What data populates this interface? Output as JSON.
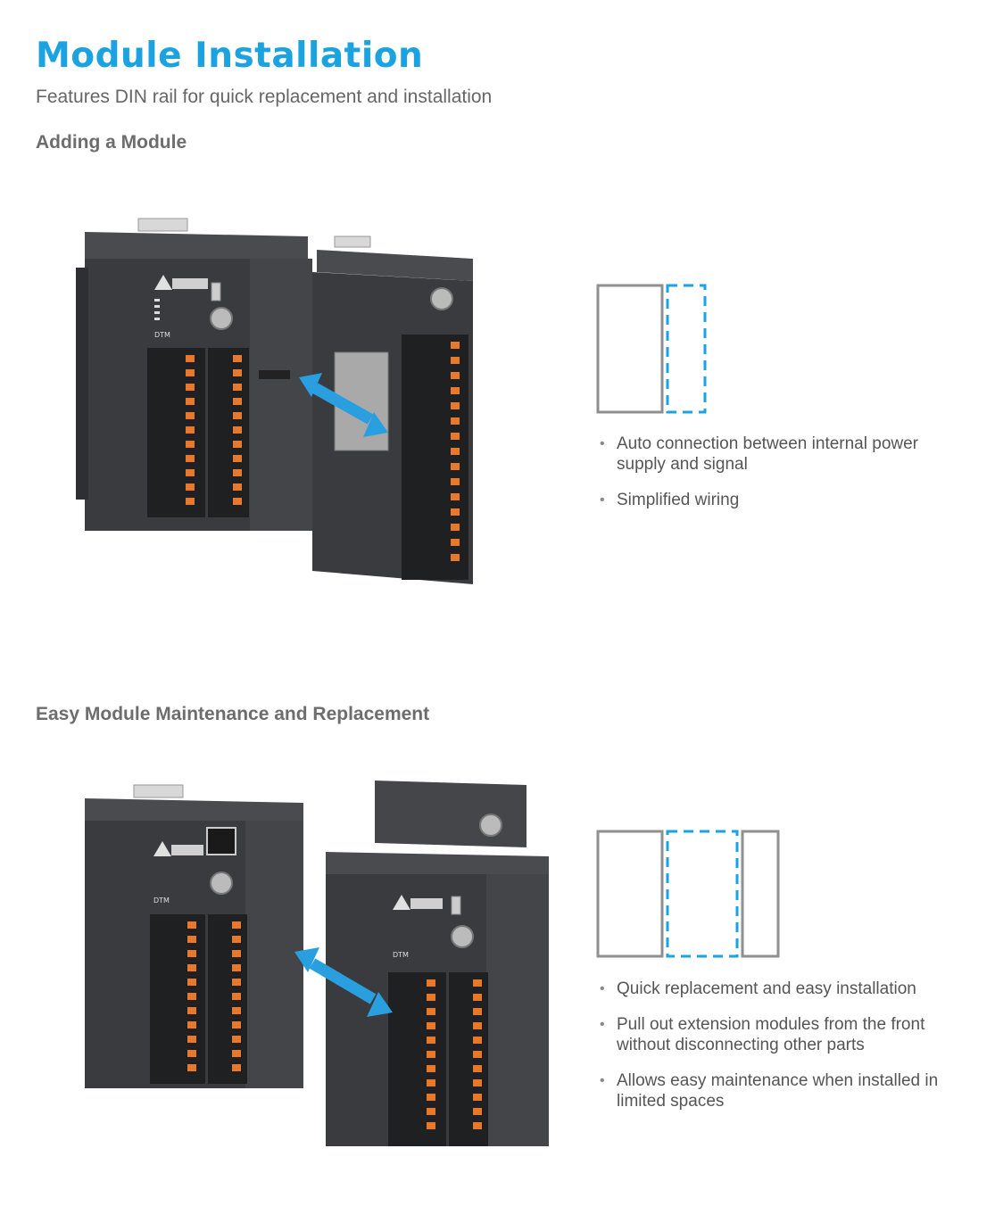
{
  "page": {
    "title": "Module Installation",
    "subtitle": "Features DIN rail for quick replacement and installation"
  },
  "sections": [
    {
      "heading": "Adding a Module",
      "bullets": [
        "Auto connection between internal power supply and signal",
        "Simplified wiring"
      ]
    },
    {
      "heading": "Easy Module Maintenance and Replacement",
      "bullets": [
        "Quick replacement and easy installation",
        "Pull out extension modules from the front without disconnecting other parts",
        "Allows easy maintenance when installed in limited spaces"
      ]
    }
  ],
  "colors": {
    "accent": "#1aa3e0",
    "arrow": "#2a9fe0",
    "module_body": "#3a3b3e",
    "terminal": "#e8782a",
    "diagram_outline": "#8f8f8f"
  }
}
